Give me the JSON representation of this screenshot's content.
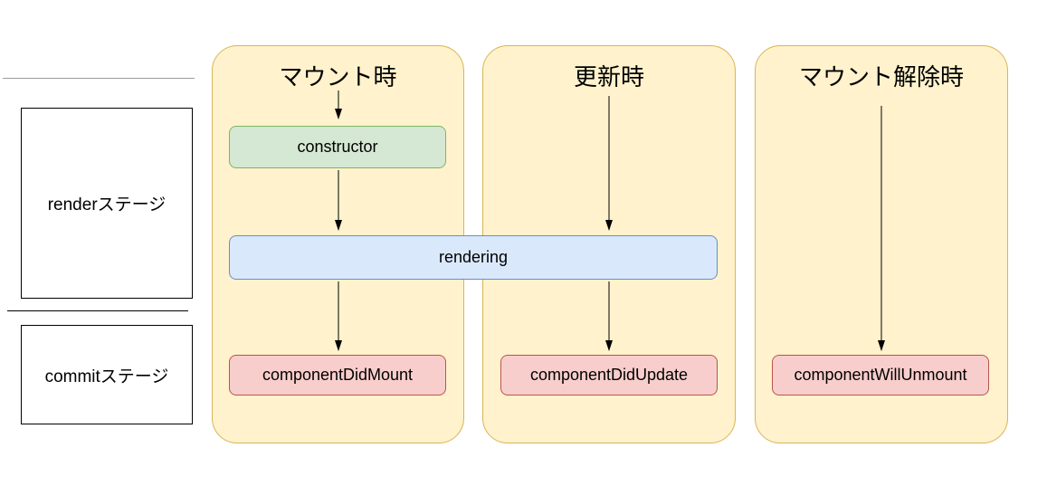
{
  "diagram": {
    "stages": [
      {
        "label": "renderステージ"
      },
      {
        "label": "commitステージ"
      }
    ],
    "columns": [
      {
        "title": "マウント時"
      },
      {
        "title": "更新時"
      },
      {
        "title": "マウント解除時"
      }
    ],
    "nodes": {
      "constructor": "constructor",
      "rendering": "rendering",
      "componentDidMount": "componentDidMount",
      "componentDidUpdate": "componentDidUpdate",
      "componentWillUnmount": "componentWillUnmount"
    },
    "colors": {
      "column_fill": "#fff2cc",
      "column_border": "#d6b656",
      "constructor_fill": "#d5e8d4",
      "constructor_border": "#82b366",
      "rendering_fill": "#dae8fc",
      "rendering_border": "#6c8ebf",
      "lifecycle_fill": "#f8cecc",
      "lifecycle_border": "#b85450",
      "arrow": "#000000"
    }
  }
}
